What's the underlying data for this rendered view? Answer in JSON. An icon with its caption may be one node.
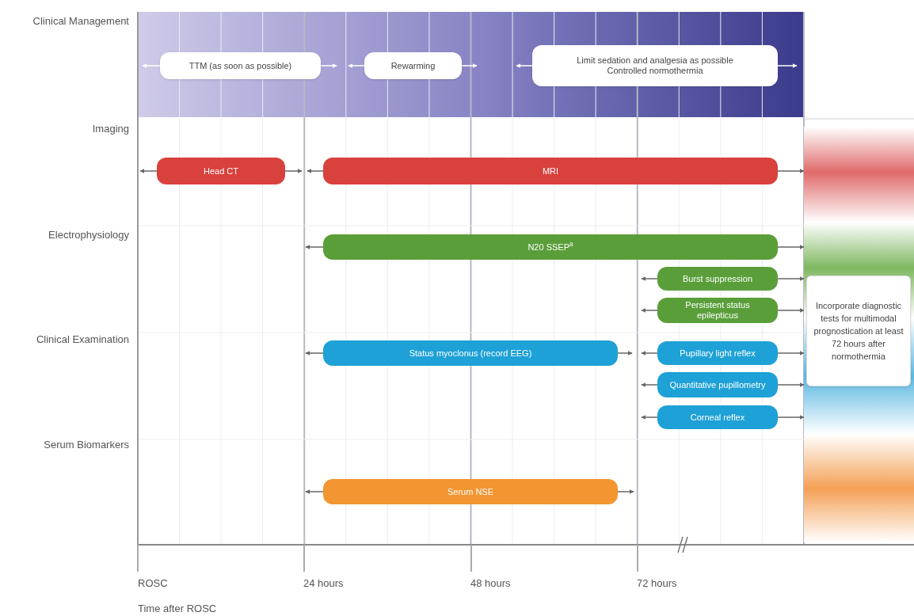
{
  "diagram": {
    "nodes": [
      {
        "text": [
          "TTM (as soon as possible)"
        ]
      },
      {
        "text": [
          "Rewarming"
        ]
      },
      {
        "text": [
          "Limit sedation and analgesia as possible",
          "Controlled normothermia"
        ]
      },
      {
        "text": [
          "Head CT"
        ]
      },
      {
        "text": [
          "MRI"
        ]
      },
      {
        "text": [
          "N20 SSEP$^{a}$"
        ]
      },
      {
        "text": [
          "Burst suppression"
        ]
      },
      {
        "text": [
          "Persistent status epilepticus"
        ]
      },
      {
        "text": [],
        "shape": "bar"
      },
      {
        "text": [
          "Incorporate diagnostic tests for multimodal prognostication at least 72 hours after normothermia"
        ],
        "in": 8
      },
      {
        "text": [
          "Status myoclonus (record EEG)"
        ]
      },
      {
        "text": [
          "Pupillary light reflex"
        ]
      },
      {
        "text": [
          "Quantitative pupillometry"
        ]
      },
      {
        "text": [
          "Corneal reflex"
        ]
      },
      {
        "text": [
          "Serum NSE"
        ]
      }
    ],
    "edges": [
      {
        "from": 0,
        "to": null,
        "arrow": "to",
        "color": "#ffffff"
      },
      {
        "from": 0,
        "to": null,
        "arrow": "to",
        "color": "#ffffff"
      },
      {
        "from": 1,
        "to": null,
        "arrow": "to",
        "color": "#ffffff"
      },
      {
        "from": 1,
        "to": null,
        "arrow": "to",
        "color": "#ffffff"
      },
      {
        "from": 2,
        "to": null,
        "arrow": "to",
        "color": "#ffffff"
      },
      {
        "from": 2,
        "to": null,
        "arrow": "to",
        "color": "#ffffff"
      },
      {
        "from": 3,
        "to": null,
        "arrow": "to"
      },
      {
        "from": 3,
        "to": null,
        "arrow": "to"
      },
      {
        "from": 4,
        "to": null,
        "arrow": "to"
      },
      {
        "from": 4,
        "to": 8,
        "arrow": "to"
      },
      {
        "from": 5,
        "to": null,
        "arrow": "to"
      },
      {
        "from": 5,
        "to": 8,
        "arrow": "to"
      },
      {
        "from": 6,
        "to": null,
        "arrow": "to"
      },
      {
        "from": 6,
        "to": 8,
        "arrow": "to"
      },
      {
        "from": 7,
        "to": null,
        "arrow": "to"
      },
      {
        "from": 7,
        "to": 8,
        "arrow": "to"
      },
      {
        "from": 10,
        "to": null,
        "arrow": "to"
      },
      {
        "from": 10,
        "to": null,
        "arrow": "to"
      },
      {
        "from": 11,
        "to": null,
        "arrow": "to"
      },
      {
        "from": 11,
        "to": 8,
        "arrow": "to"
      },
      {
        "from": 12,
        "to": null,
        "arrow": "to"
      },
      {
        "from": 12,
        "to": 8,
        "arrow": "to"
      },
      {
        "from": 13,
        "to": null,
        "arrow": "to"
      },
      {
        "from": 13,
        "to": 8,
        "arrow": "to"
      },
      {
        "from": 14,
        "to": null,
        "arrow": "to"
      },
      {
        "from": 14,
        "to": null,
        "arrow": "to"
      }
    ],
    "labels": [
      "Clinical Management",
      "Imaging",
      "Electrophysiology",
      "Clinical Examination",
      "Serum Biomarkers",
      "ROSC",
      "24 hours",
      "48 hours",
      "72 hours",
      "Time after ROSC"
    ]
  }
}
